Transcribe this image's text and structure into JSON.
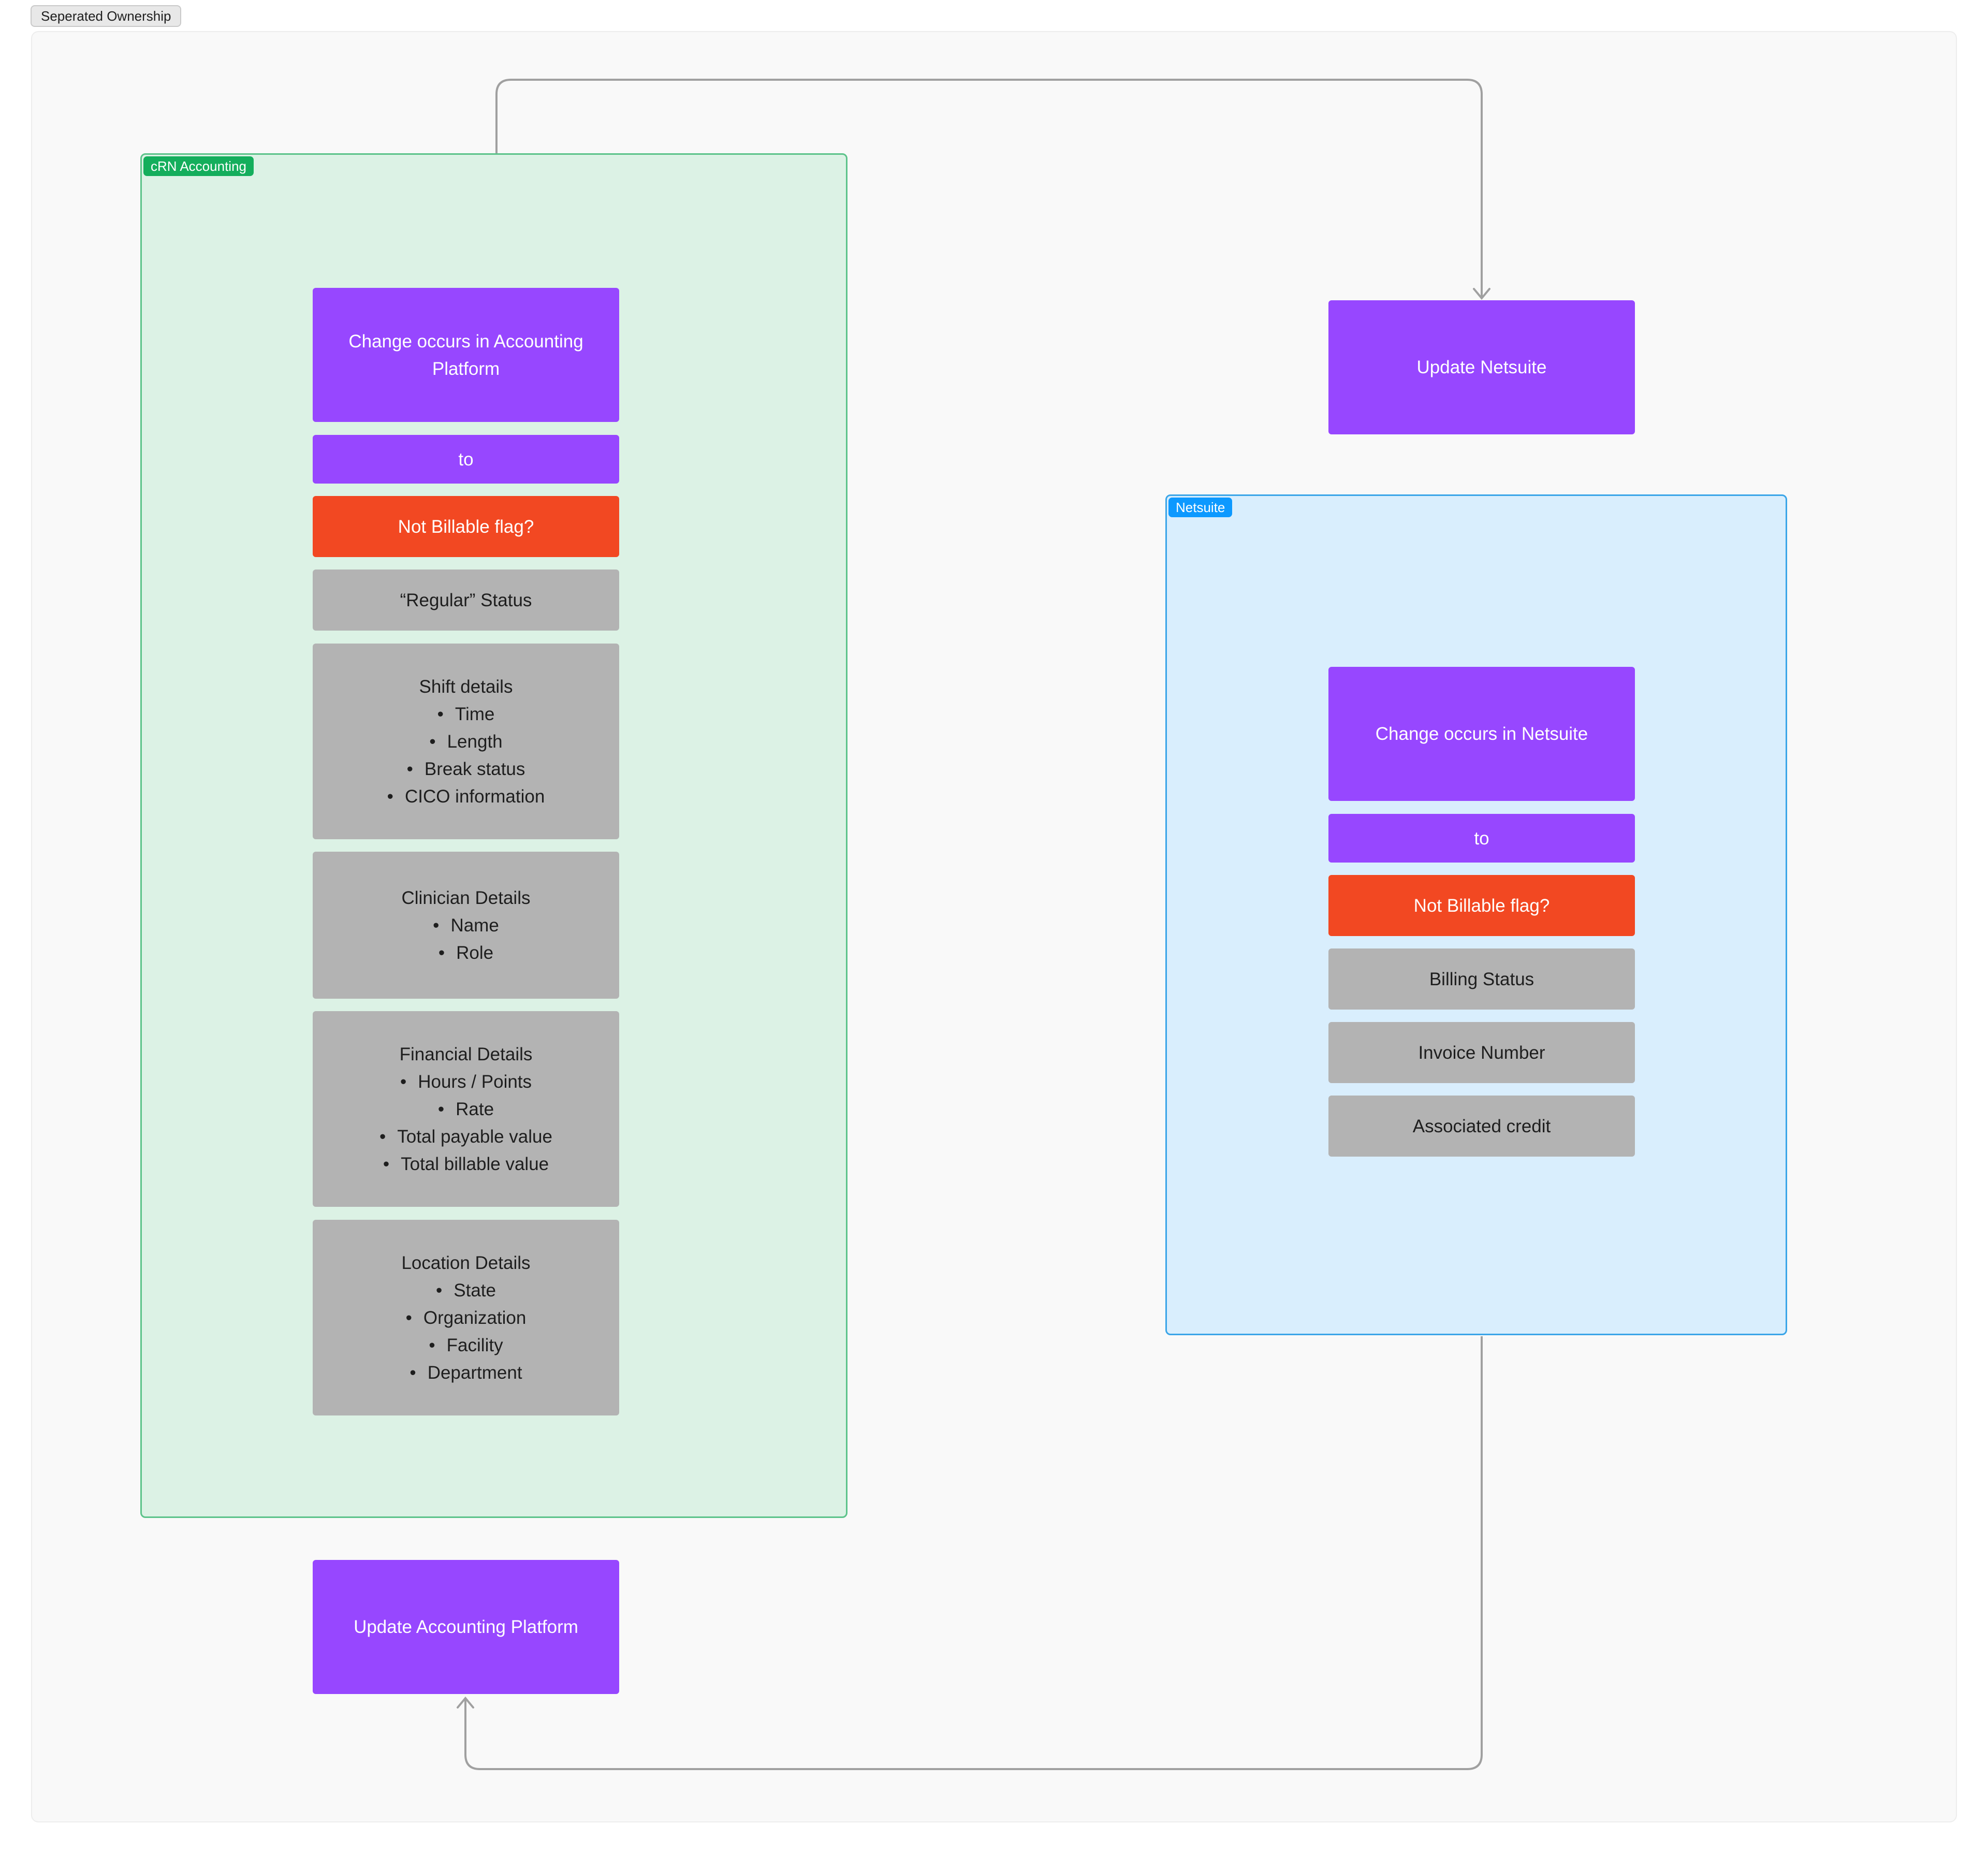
{
  "frame": {
    "title": "Seperated Ownership"
  },
  "sections": {
    "accounting": {
      "label": "cRN Accounting",
      "change_node": "Change occurs in Accounting Platform",
      "to_node": "to",
      "flag_node": "Not Billable flag?",
      "status_node": "“Regular” Status",
      "shift": {
        "title": "Shift details",
        "items": [
          "Time",
          "Length",
          "Break status",
          "CICO information"
        ]
      },
      "clinician": {
        "title": "Clinician Details",
        "items": [
          "Name",
          "Role"
        ]
      },
      "financial": {
        "title": "Financial Details",
        "items": [
          "Hours / Points",
          "Rate",
          "Total payable value",
          "Total billable value"
        ]
      },
      "location": {
        "title": "Location Details",
        "items": [
          "State",
          "Organization",
          "Facility",
          "Department"
        ]
      }
    },
    "netsuite": {
      "label": "Netsuite",
      "change_node": "Change occurs in Netsuite",
      "to_node": "to",
      "flag_node": "Not Billable flag?",
      "billing_status": "Billing Status",
      "invoice_number": "Invoice Number",
      "associated_credit": "Associated credit"
    }
  },
  "actions": {
    "update_netsuite": "Update Netsuite",
    "update_accounting": "Update Accounting Platform"
  },
  "colors": {
    "purple": "#9747ff",
    "red": "#f24822",
    "gray": "#b3b3b3",
    "green_section": "#dcf2e5",
    "blue_section": "#d9eefd",
    "connector": "#a0a0a0"
  }
}
